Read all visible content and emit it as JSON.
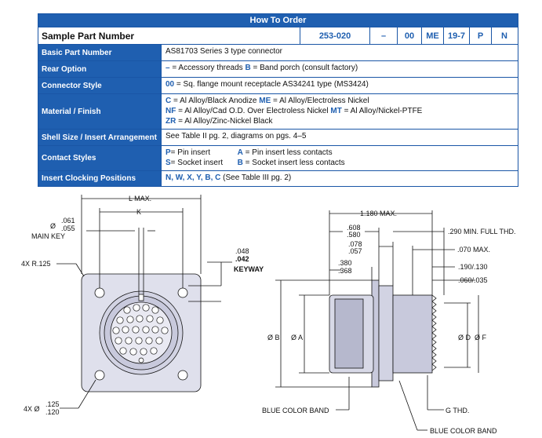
{
  "table": {
    "header": "How To Order",
    "sample_label": "Sample Part Number",
    "part_segments": [
      "253-020",
      "–",
      "00",
      "ME",
      "19-7",
      "P",
      "N"
    ],
    "rows": {
      "basic": {
        "label": "Basic Part Number",
        "line1": "AS81703 Series 3 type connector"
      },
      "rear": {
        "label": "Rear Option",
        "c1": "–",
        "t1": " = Accessory threads   ",
        "c2": "B",
        "t2": " = Band porch (consult factory)"
      },
      "style": {
        "label": "Connector Style",
        "c1": "00",
        "t1": " = Sq. flange mount receptacle      AS34241 type (MS3424)"
      },
      "material": {
        "label": "Material / Finish",
        "l1c1": "C",
        "l1t1": " = Al Alloy/Black Anodize   ",
        "l1c2": "ME",
        "l1t2": " = Al Alloy/Electroless Nickel",
        "l2c1": "NF",
        "l2t1": " = Al Alloy/Cad O.D. Over Electroless Nickel   ",
        "l2c2": "MT",
        "l2t2": " = Al Alloy/Nickel-PTFE",
        "l3c1": "ZR",
        "l3t1": " = Al Alloy/Zinc-Nickel Black"
      },
      "shell": {
        "label": "Shell Size / Insert Arrangement",
        "line1": "See Table II pg. 2, diagrams on pgs. 4–5"
      },
      "contact": {
        "label": "Contact Styles",
        "l1c1": "P",
        "l1t1": " = Pin insert",
        "l1c2": "A",
        "l1t2": " = Pin insert less contacts",
        "l2c1": "S",
        "l2t1": " = Socket insert",
        "l2c2": "B",
        "l2t2": " = Socket insert less contacts"
      },
      "clocking": {
        "label": "Insert Clocking Positions",
        "c1": "N, W, X, Y, B, C",
        "t1": " (See Table III pg. 2)"
      }
    }
  },
  "drawing": {
    "l_max": "L MAX.",
    "k": "K",
    "dia_sym": "Ø",
    "main_key_top": ".061",
    "main_key_bot": ".055",
    "main_key": "MAIN KEY",
    "r125": "4X R.125",
    "keyway_top": ".048",
    "keyway_bot": ".042",
    "keyway": "KEYWAY",
    "holes_prefix": "4X Ø",
    "holes_top": ".125",
    "holes_bot": ".120",
    "max1180": "1.180  MAX.",
    "d608": ".608",
    "d580": ".580",
    "d078": ".078",
    "d057": ".057",
    "d380": ".380",
    "d368": ".368",
    "min290": ".290  MIN. FULL THD.",
    "max070": ".070  MAX.",
    "d190": ".190/.130",
    "d060": ".060/.035",
    "db": "Ø B",
    "da": "Ø A",
    "dd": "Ø D",
    "df": "Ø F",
    "band1": "BLUE COLOR BAND",
    "gthd": "G THD.",
    "band2": "BLUE COLOR BAND"
  }
}
